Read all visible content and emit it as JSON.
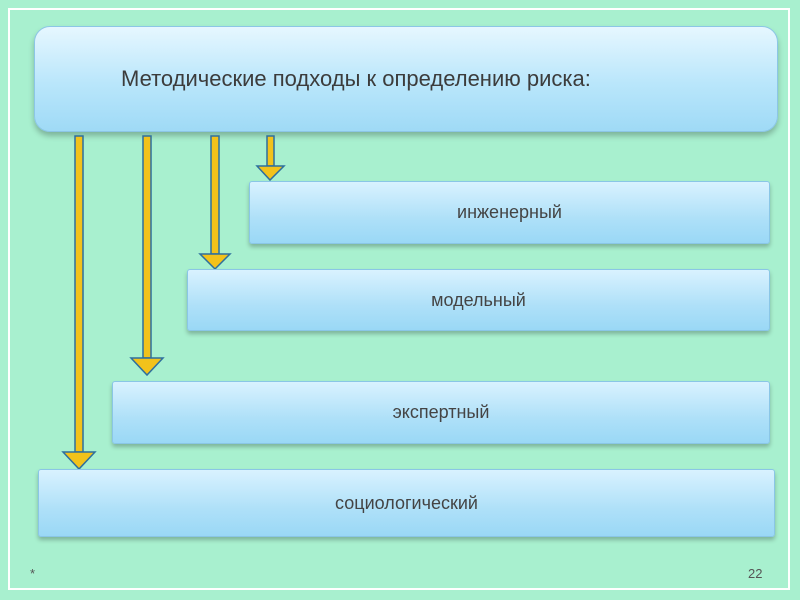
{
  "title": "Методические подходы к определению риска:",
  "approaches": [
    "инженерный",
    "модельный",
    "экспертный",
    "социологический"
  ],
  "footer": {
    "left": "*",
    "page_number": "22"
  },
  "colors": {
    "background": "#a8f0cf",
    "arrow_fill": "#f2c21b",
    "arrow_stroke": "#2e6f9e"
  }
}
